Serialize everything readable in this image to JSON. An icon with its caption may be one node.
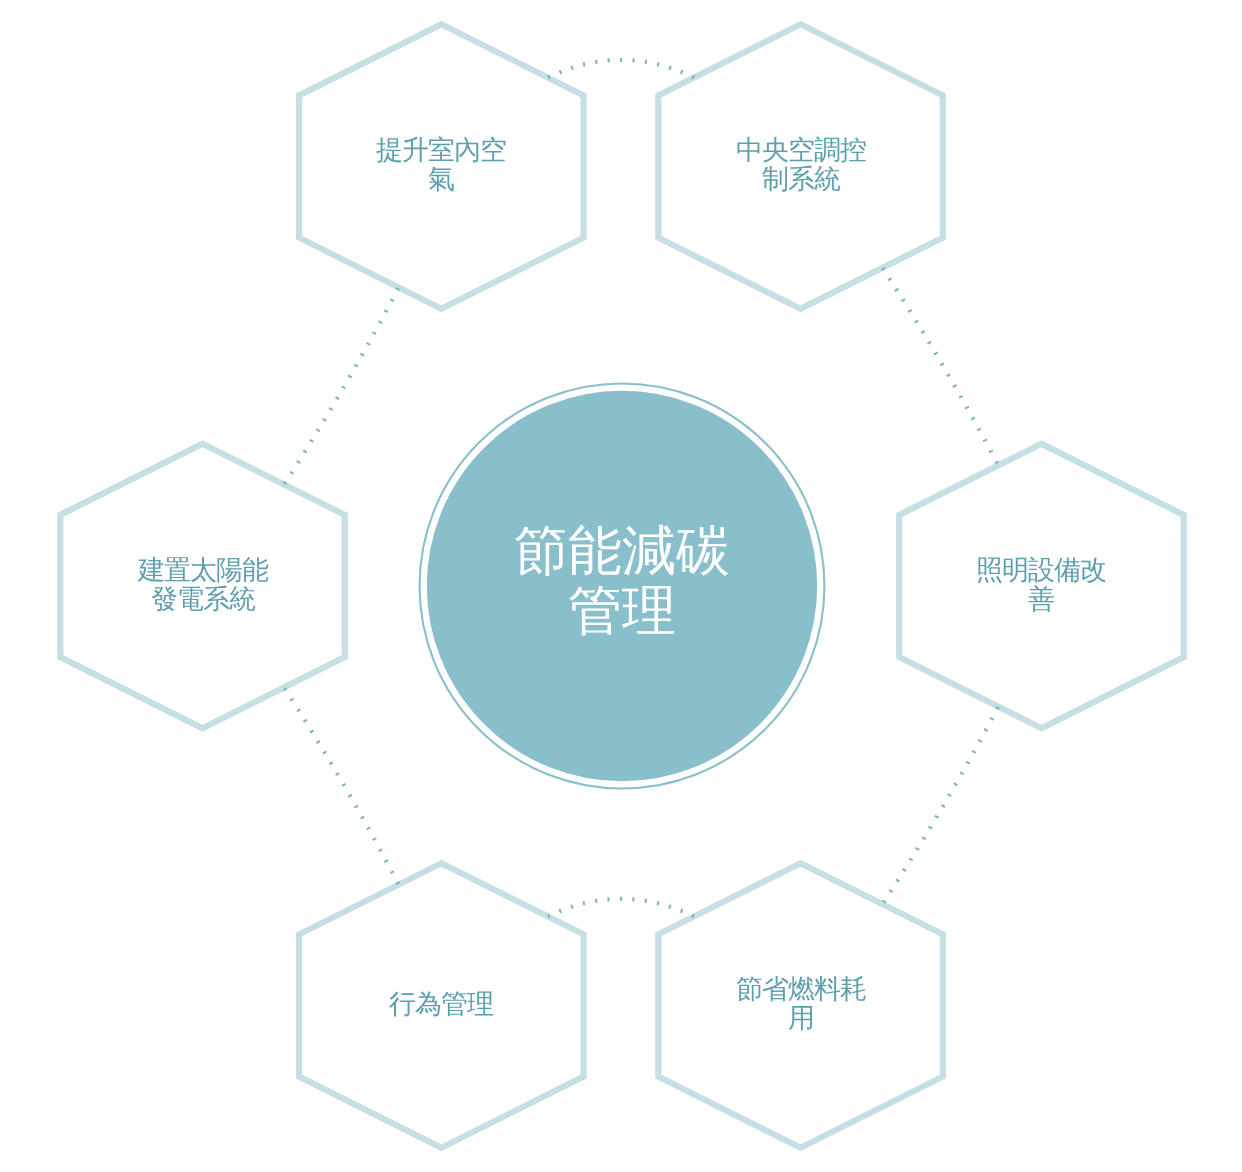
{
  "diagram": {
    "nodes": [
      {
        "text": [
          "節能減碳管理"
        ]
      },
      {
        "text": [
          "提升室內空氣"
        ]
      },
      {
        "text": [
          "中央空調控制系統"
        ]
      },
      {
        "text": [
          "照明設備改善"
        ]
      },
      {
        "text": [
          "節省燃料耗用"
        ]
      },
      {
        "text": [
          "行為管理"
        ]
      },
      {
        "text": [
          "建置太陽能發電系統"
        ]
      }
    ],
    "edges": [
      {
        "from": 1,
        "to": 2,
        "arrow": "none",
        "style": "dashed"
      },
      {
        "from": 2,
        "to": 3,
        "arrow": "none",
        "style": "dashed"
      },
      {
        "from": 3,
        "to": 4,
        "arrow": "none",
        "style": "dashed"
      },
      {
        "from": 4,
        "to": 5,
        "arrow": "none",
        "style": "dashed"
      },
      {
        "from": 5,
        "to": 6,
        "arrow": "none",
        "style": "dashed"
      },
      {
        "from": 6,
        "to": 1,
        "arrow": "none",
        "style": "dashed"
      }
    ]
  }
}
